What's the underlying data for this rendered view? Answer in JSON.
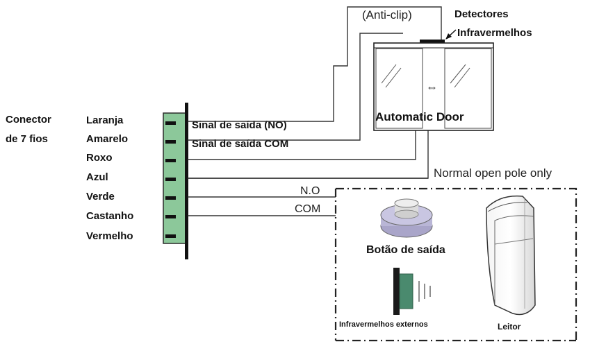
{
  "connector": {
    "title_line1": "Conector",
    "title_line2": "de 7 fios",
    "wires": [
      "Laranja",
      "Amarelo",
      "Roxo",
      "Azul",
      "Verde",
      "Castanho",
      "Vermelho"
    ]
  },
  "signals": {
    "out_no": "Sinal de saída (NO)",
    "out_com": "Sinal de saída COM"
  },
  "anticlip": "(Anti-clip)",
  "detectors": {
    "line1": "Detectores",
    "line2": "Infravermelhos"
  },
  "door": {
    "label": "Automatic Door",
    "arrow": "⇔"
  },
  "pole_note": "Normal open pole only",
  "terminals": {
    "no": "N.O",
    "com": "COM"
  },
  "exit_button": "Botão de saída",
  "external_ir": "Infravermelhos externos",
  "reader": "Leitor",
  "colors": {
    "connector_fill": "#8cc89a",
    "button_top": "#e3e3e3",
    "button_base": "#b9b6d6",
    "ir_green": "#4a8a6e"
  }
}
